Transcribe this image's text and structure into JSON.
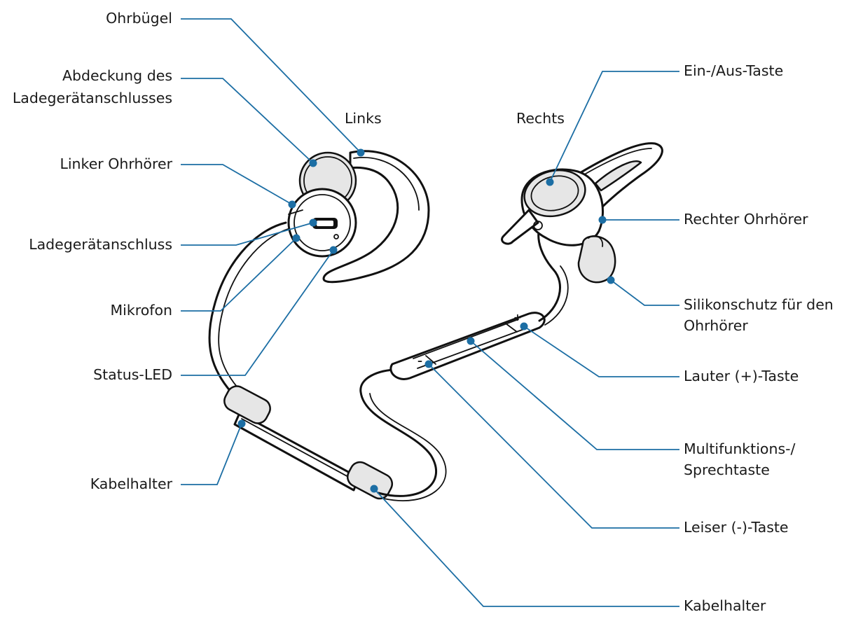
{
  "labels": {
    "ohrbuegel": "Ohrbügel",
    "abdeckung_1": "Abdeckung des",
    "abdeckung_2": "Ladegerätanschlusses",
    "links": "Links",
    "linker_ohrhoerer": "Linker Ohrhörer",
    "ladegeraetanschluss": "Ladegerätanschluss",
    "mikrofon": "Mikrofon",
    "status_led": "Status-LED",
    "kabelhalter_left": "Kabelhalter",
    "rechts": "Rechts",
    "ein_aus_taste": "Ein-/Aus-Taste",
    "rechter_ohrhoerer": "Rechter Ohrhörer",
    "silikonschutz_1": "Silikonschutz für den",
    "silikonschutz_2": "Ohrhörer",
    "lauter_taste": "Lauter (+)-Taste",
    "multifunktion_1": "Multifunktions-/",
    "multifunktion_2": "Sprechtaste",
    "leiser_taste": "Leiser (-)-Taste",
    "kabelhalter_bottom": "Kabelhalter"
  },
  "button_glyphs": {
    "plus": "+",
    "minus": "–"
  },
  "colors": {
    "callout": "#1c6ea4",
    "outline": "#111111"
  }
}
